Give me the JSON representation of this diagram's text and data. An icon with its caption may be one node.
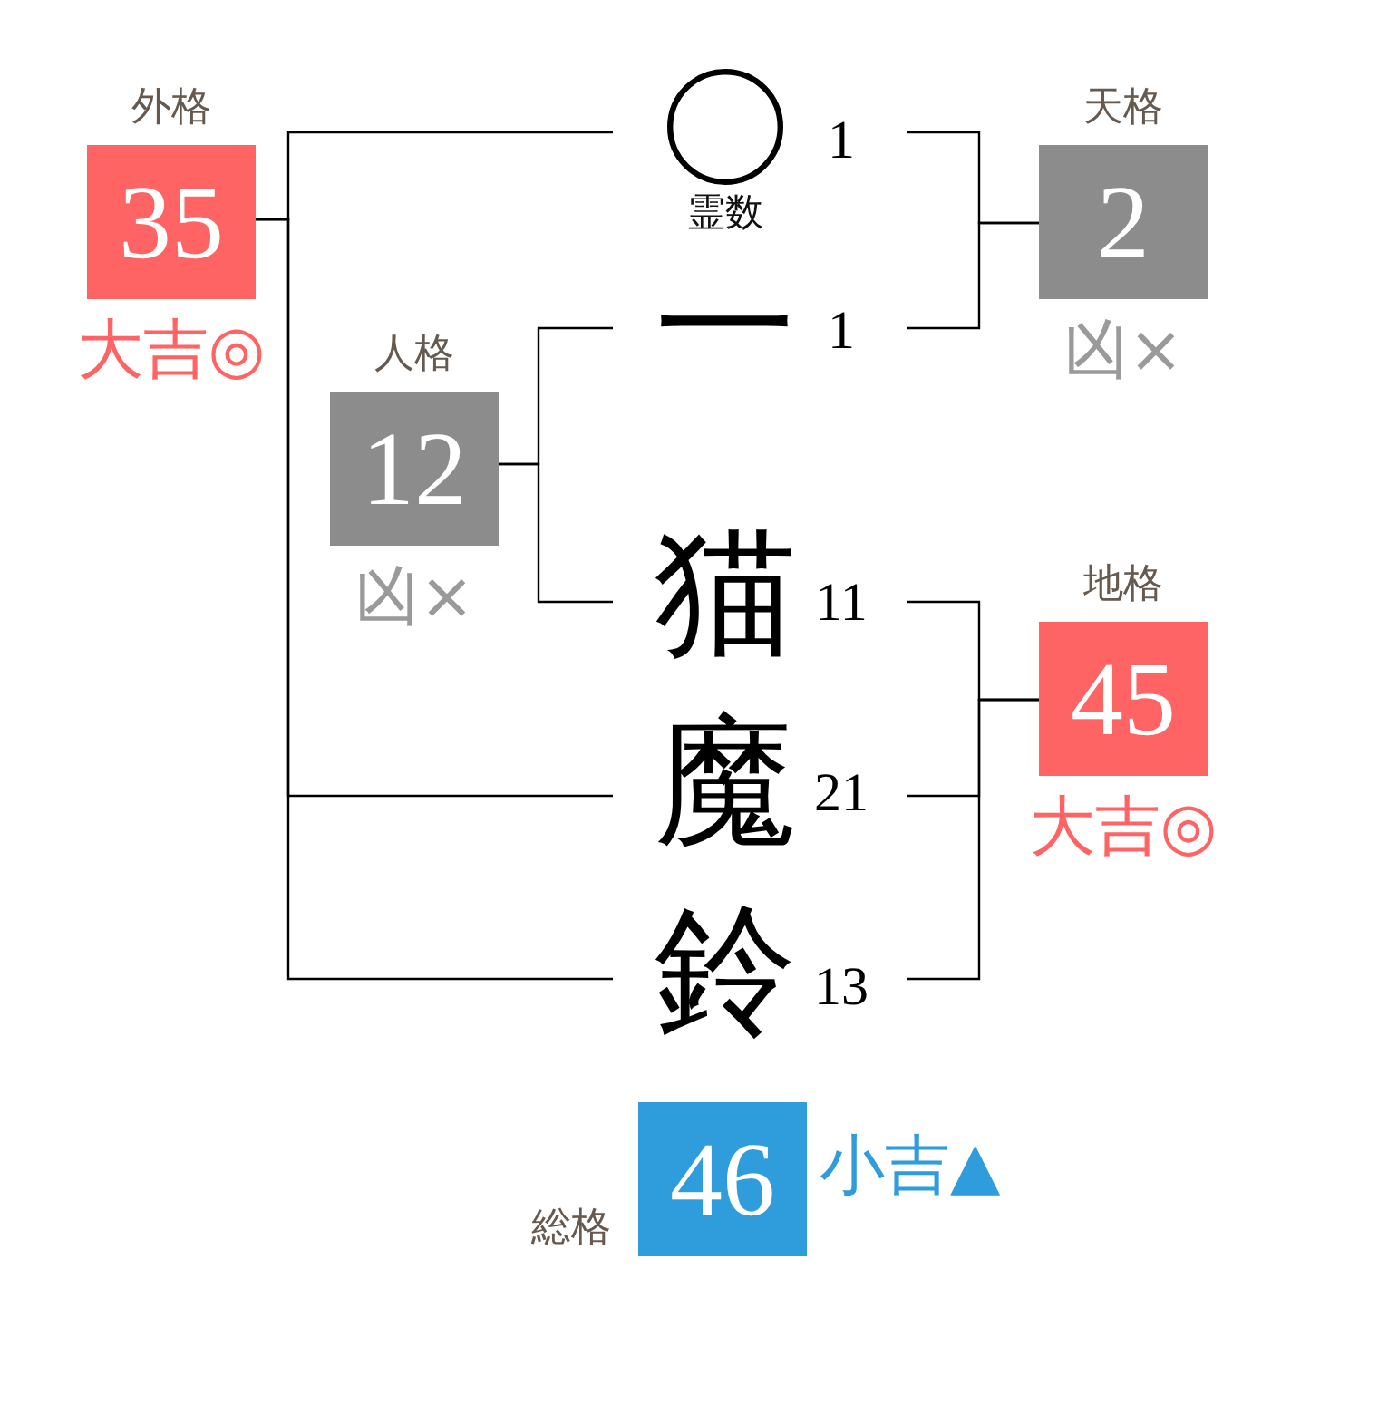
{
  "diagram": {
    "nodes": [
      {
        "text": [
          "外格",
          "35"
        ],
        "beside": [
          "大吉◎"
        ]
      },
      {
        "text": [],
        "shape": "circle",
        "beside": [
          "霊数",
          "1"
        ]
      },
      {
        "text": [
          "天格",
          "2"
        ],
        "beside": [
          "凶×"
        ]
      },
      {
        "text": [
          "一"
        ],
        "beside": [
          "1"
        ]
      },
      {
        "text": [
          "人格",
          "12"
        ],
        "beside": [
          "凶×"
        ]
      },
      {
        "text": [
          "猫"
        ],
        "beside": [
          "11"
        ]
      },
      {
        "text": [
          "地格",
          "45"
        ],
        "beside": [
          "大吉◎"
        ]
      },
      {
        "text": [
          "魔"
        ],
        "beside": [
          "21"
        ]
      },
      {
        "text": [
          "鈴"
        ],
        "beside": [
          "13"
        ]
      },
      {
        "text": [
          "総格",
          "46"
        ],
        "beside": [
          "小吉▲"
        ]
      }
    ],
    "edges": [
      {
        "from": 1,
        "to": 2,
        "arrow": "none"
      },
      {
        "from": 3,
        "to": 2,
        "arrow": "none"
      },
      {
        "from": 3,
        "to": 4,
        "arrow": "none"
      },
      {
        "from": 5,
        "to": 4,
        "arrow": "none"
      },
      {
        "from": 5,
        "to": 6,
        "arrow": "none"
      },
      {
        "from": 7,
        "to": 6,
        "arrow": "none"
      },
      {
        "from": 8,
        "to": 6,
        "arrow": "none"
      },
      {
        "from": 1,
        "to": 0,
        "arrow": "none"
      },
      {
        "from": 7,
        "to": 0,
        "arrow": "none"
      },
      {
        "from": 8,
        "to": 0,
        "arrow": "none"
      }
    ]
  }
}
